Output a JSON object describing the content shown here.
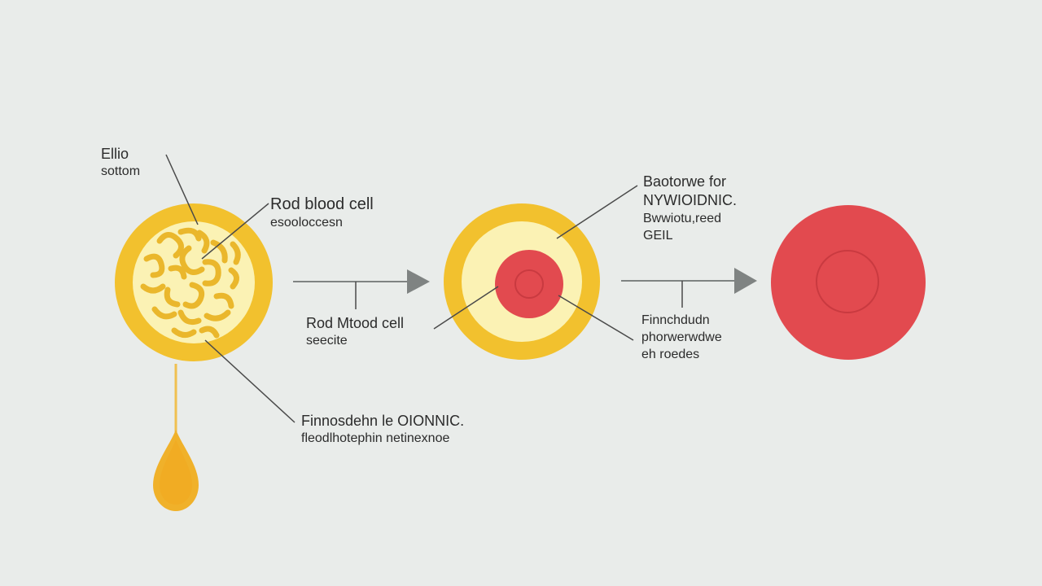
{
  "labels": {
    "bile_bottom": [
      "Ellio",
      "sottom"
    ],
    "rbc_top": [
      "Rod blood cell",
      "esooloccesn"
    ],
    "rbc_mid": [
      "Rod Mtood cell",
      "seecite"
    ],
    "bottom_left": [
      "Finnosdehn le OIONNIC.",
      "fleodlhotephin netinexnoe"
    ],
    "bacterial_top": [
      "Baotorwe for",
      "NYWIOIDNIC.",
      "Bwwiotu,reed",
      "GEIL"
    ],
    "bottom_right": [
      "Finnchdudn",
      "phorwerwdwe",
      "eh roedes"
    ]
  },
  "colors": {
    "background": "#e9ecea",
    "yellow_ring": "#f2c12e",
    "yellow_inner": "#fbf2b4",
    "squiggle": "#eab72c",
    "red": "#e24a4f",
    "red_ring": "#c93a40",
    "arrow": "#7f8382",
    "leader_line": "#4a4a4a",
    "drop": "#f0b12a"
  }
}
